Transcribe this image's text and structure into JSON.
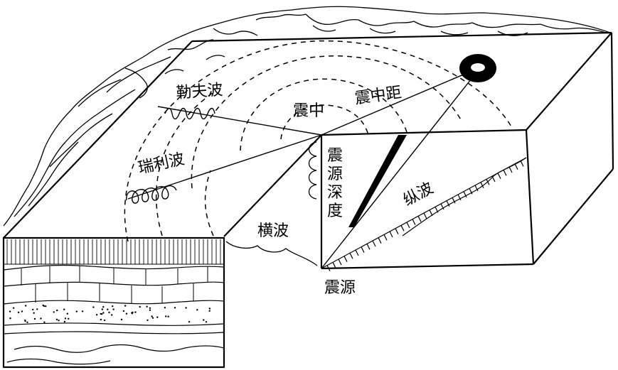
{
  "labels": {
    "love_wave": "勒夫波",
    "epicenter": "震中",
    "epicentral_distance": "震中距",
    "rayleigh_wave": "瑞利波",
    "focal_depth": "震源深度",
    "s_wave": "横波",
    "p_wave": "纵波",
    "hypocenter": "震源"
  },
  "colors": {
    "line": "#000000",
    "background": "#ffffff"
  },
  "icons": {
    "observer": "seismic-station-icon"
  }
}
